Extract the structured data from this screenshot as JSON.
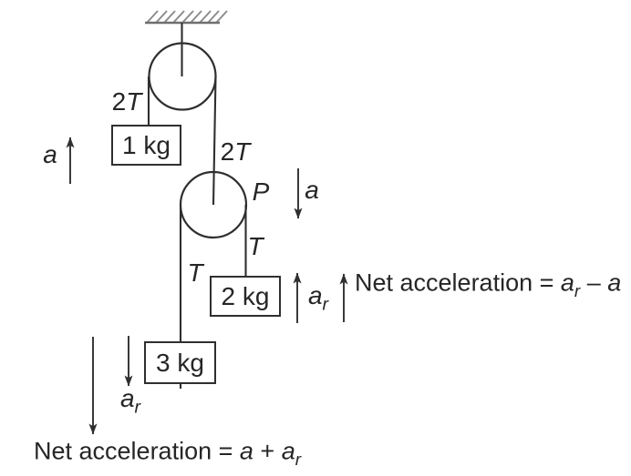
{
  "colors": {
    "line": "#2f2f2f",
    "hatch": "#8c8c8c",
    "ceiling": "#6f6f6f",
    "text": "#262626",
    "background": "#ffffff"
  },
  "symbols": {
    "two": "2",
    "T": "T",
    "a": "a",
    "r": "r",
    "P": "P"
  },
  "blocks": {
    "one": "1 kg",
    "two": "2 kg",
    "three": "3 kg"
  },
  "captions": {
    "net_upper": {
      "prefix": "Net acceleration = ",
      "var1": "a",
      "var1_sub": "r",
      "operator": " – ",
      "var2": "a"
    },
    "net_lower": {
      "prefix": "Net acceleration = ",
      "var1": "a",
      "operator": " + ",
      "var2": "a",
      "var2_sub": "r"
    }
  }
}
